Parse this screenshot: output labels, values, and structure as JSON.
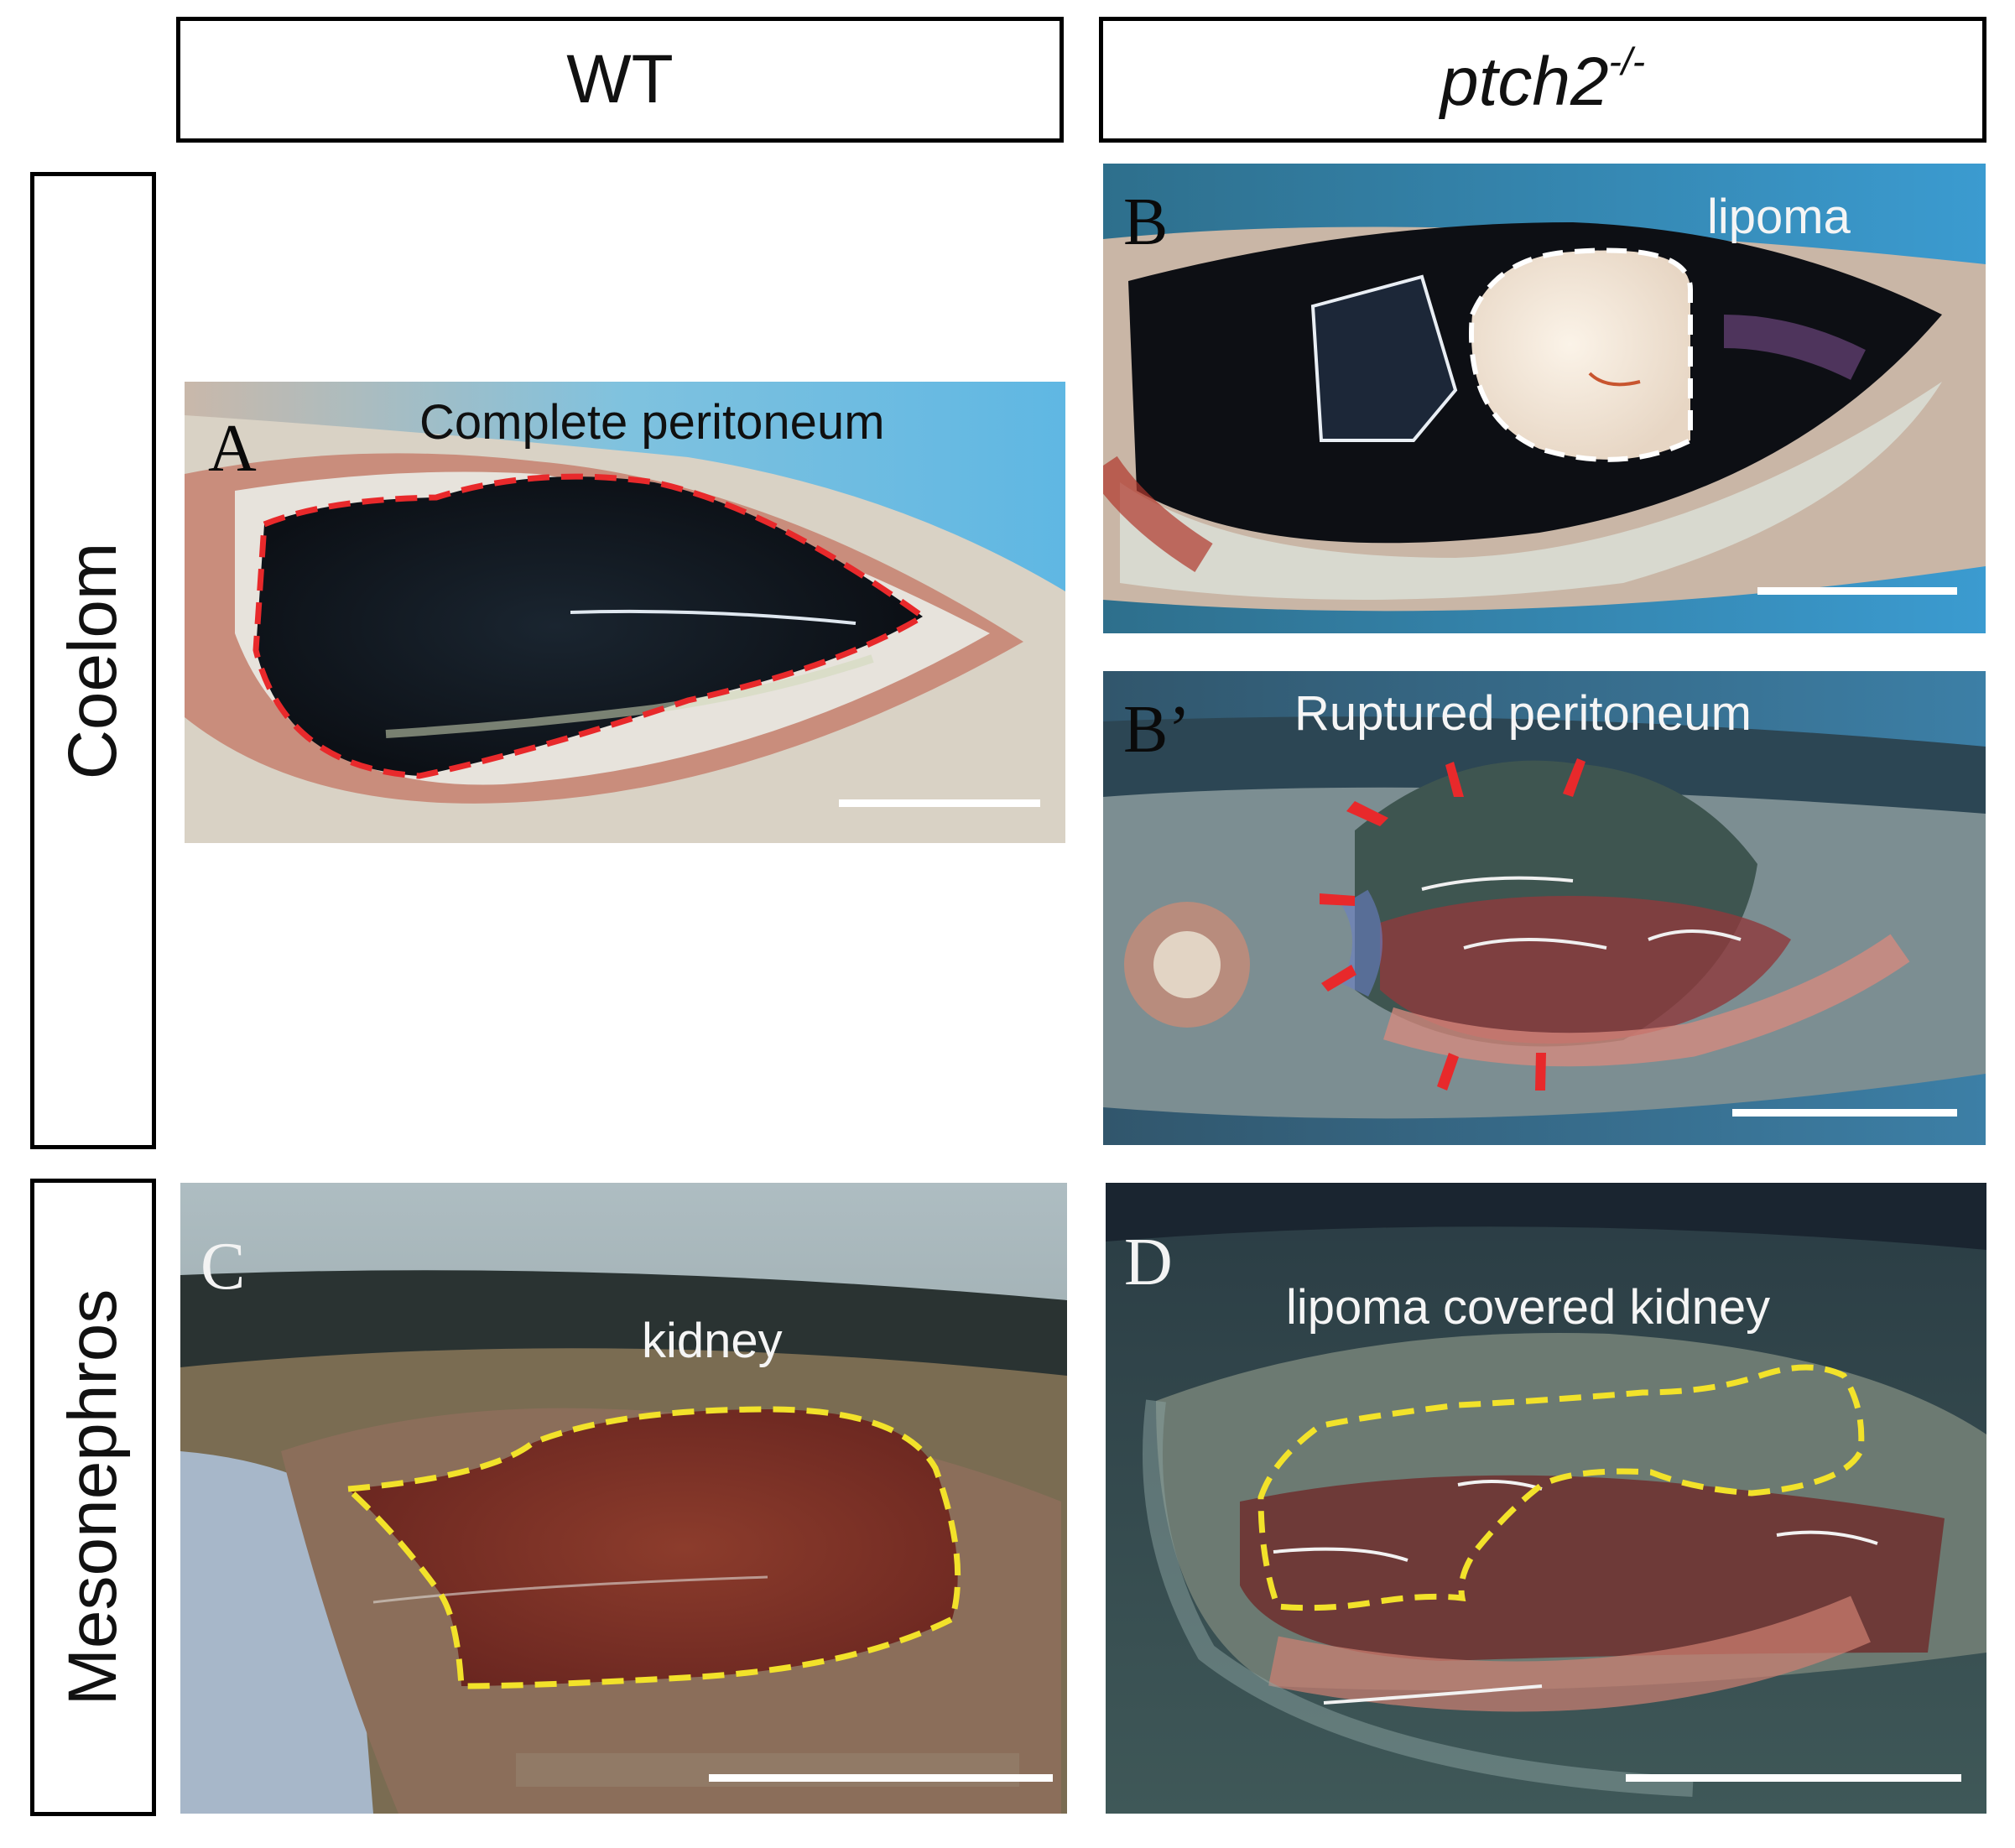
{
  "columns": {
    "wt": {
      "label": "WT"
    },
    "mutant": {
      "gene": "ptch2",
      "superscript": "-/-"
    }
  },
  "rows": {
    "coelom": {
      "label": "Coelom"
    },
    "mesonephros": {
      "label": "Mesonephros"
    }
  },
  "panels": {
    "A": {
      "letter": "A",
      "annotation": "Complete peritoneum",
      "outline_color": "#e8292b"
    },
    "B": {
      "letter": "B",
      "annotation": "lipoma",
      "outline_color": "#ffffff"
    },
    "B_prime": {
      "letter": "B’",
      "annotation": "Ruptured peritoneum",
      "arrow_color": "#e8292b"
    },
    "C": {
      "letter": "C",
      "annotation": "kidney",
      "outline_color": "#f2e22a"
    },
    "D": {
      "letter": "D",
      "annotation": "lipoma covered kidney",
      "outline_color": "#f2e22a"
    }
  }
}
